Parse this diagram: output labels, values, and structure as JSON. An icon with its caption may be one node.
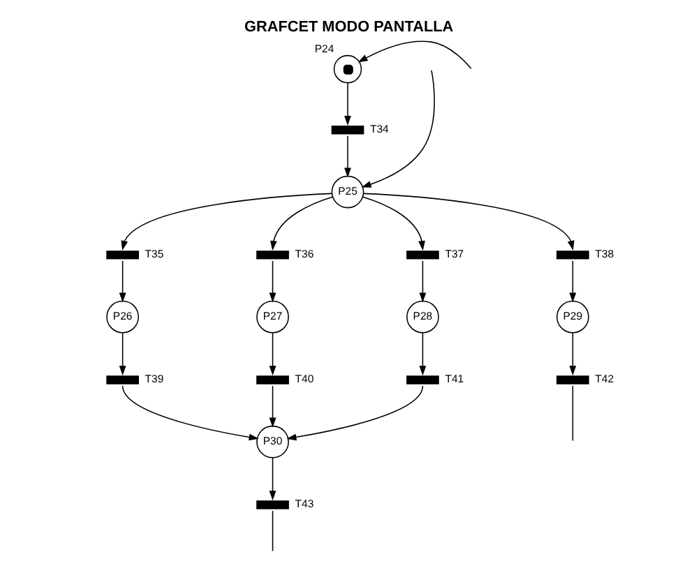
{
  "diagram": {
    "title": "GRAFCET MODO PANTALLA",
    "nodes": [
      {
        "text": [
          "P24"
        ]
      },
      {
        "text": [
          "T34"
        ]
      },
      {
        "text": [
          "P25"
        ]
      },
      {
        "text": [
          "T35"
        ]
      },
      {
        "text": [
          "T36"
        ]
      },
      {
        "text": [
          "T37"
        ]
      },
      {
        "text": [
          "T38"
        ]
      },
      {
        "text": [
          "P26"
        ]
      },
      {
        "text": [
          "P27"
        ]
      },
      {
        "text": [
          "P28"
        ]
      },
      {
        "text": [
          "P29"
        ]
      },
      {
        "text": [
          "T39"
        ]
      },
      {
        "text": [
          "T40"
        ]
      },
      {
        "text": [
          "T41"
        ]
      },
      {
        "text": [
          "T42"
        ]
      },
      {
        "text": [
          "P30"
        ]
      },
      {
        "text": [
          "T43"
        ]
      }
    ],
    "edges": [
      {
        "from": null,
        "to": 0,
        "arrow": "to"
      },
      {
        "from": 0,
        "to": 1,
        "arrow": "to"
      },
      {
        "from": 1,
        "to": 2,
        "arrow": "to"
      },
      {
        "from": null,
        "to": 2,
        "arrow": "to"
      },
      {
        "from": 2,
        "to": 3,
        "arrow": "to"
      },
      {
        "from": 2,
        "to": 4,
        "arrow": "to"
      },
      {
        "from": 2,
        "to": 5,
        "arrow": "to"
      },
      {
        "from": 2,
        "to": 6,
        "arrow": "to"
      },
      {
        "from": 3,
        "to": 7,
        "arrow": "to"
      },
      {
        "from": 4,
        "to": 8,
        "arrow": "to"
      },
      {
        "from": 5,
        "to": 9,
        "arrow": "to"
      },
      {
        "from": 6,
        "to": 10,
        "arrow": "to"
      },
      {
        "from": 7,
        "to": 11,
        "arrow": "to"
      },
      {
        "from": 8,
        "to": 12,
        "arrow": "to"
      },
      {
        "from": 9,
        "to": 13,
        "arrow": "to"
      },
      {
        "from": 10,
        "to": 14,
        "arrow": "to"
      },
      {
        "from": 11,
        "to": 15,
        "arrow": "to"
      },
      {
        "from": 12,
        "to": 15,
        "arrow": "to"
      },
      {
        "from": 13,
        "to": 15,
        "arrow": "to"
      },
      {
        "from": 14,
        "to": null,
        "arrow": "none"
      },
      {
        "from": 15,
        "to": 16,
        "arrow": "to"
      },
      {
        "from": 16,
        "to": null,
        "arrow": "none"
      }
    ]
  }
}
